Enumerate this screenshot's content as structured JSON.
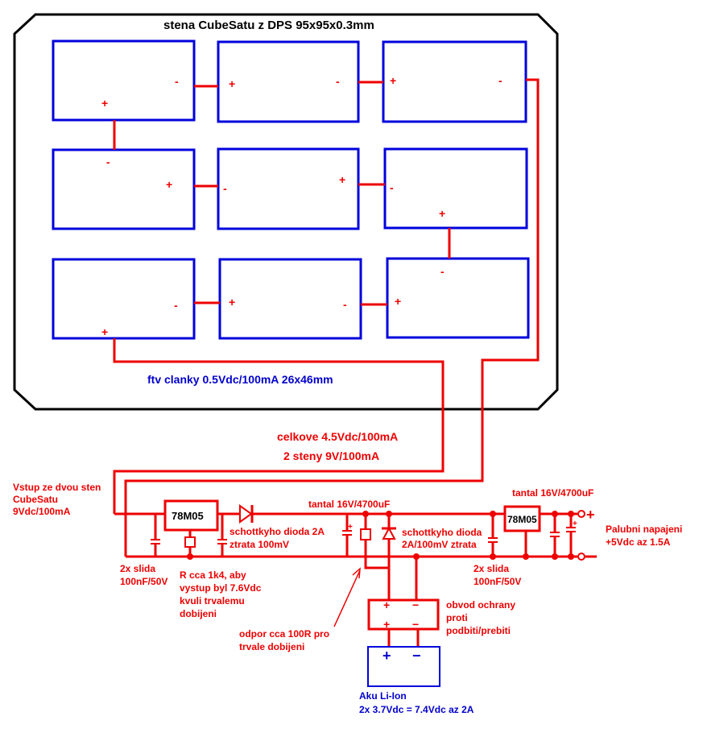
{
  "panel": {
    "title": "stena CubeSatu z DPS 95x95x0.3mm",
    "cell_info": "ftv clanky 0.5Vdc/100mA  26x46mm"
  },
  "totals": {
    "line1": "celkove 4.5Vdc/100mA",
    "line2": "2 steny 9V/100mA"
  },
  "input": {
    "line1": "Vstup ze dvou sten",
    "line2": "CubeSatu",
    "line3": "9Vdc/100mA"
  },
  "components": {
    "reg1": "78M05",
    "reg2": "78M05",
    "diode1_line1": "schottkyho dioda 2A",
    "diode1_line2": "ztrata 100mV",
    "tantal1": "tantal 16V/4700uF",
    "tantal2": "tantal 16V/4700uF",
    "diode2_line1": "schottkyho dioda",
    "diode2_line2": "2A/100mV ztrata",
    "slida1_line1": "2x slida",
    "slida1_line2": "100nF/50V",
    "slida2_line1": "2x slida",
    "slida2_line2": "100nF/50V",
    "resistor1_line1": "R cca 1k4, aby",
    "resistor1_line2": "vystup byl 7.6Vdc",
    "resistor1_line3": "kvuli trvalemu",
    "resistor1_line4": "dobijeni",
    "resistor2_line1": "odpor cca 100R pro",
    "resistor2_line2": "trvale dobijeni",
    "protect_line1": "obvod ochrany",
    "protect_line2": "proti",
    "protect_line3": "podbiti/prebiti"
  },
  "output": {
    "line1": "Palubni napajeni",
    "line2": "+5Vdc az 1.5A",
    "plus": "+",
    "minus": "-"
  },
  "battery": {
    "line1": "Aku Li-Ion",
    "line2": "2x 3.7Vdc = 7.4Vdc az 2A",
    "plus": "+",
    "minus": "−"
  },
  "polarity": {
    "plus": "+",
    "minus": "-"
  },
  "colors": {
    "wire": "#ee0000",
    "cell": "#0000dd",
    "outline": "#000000"
  }
}
